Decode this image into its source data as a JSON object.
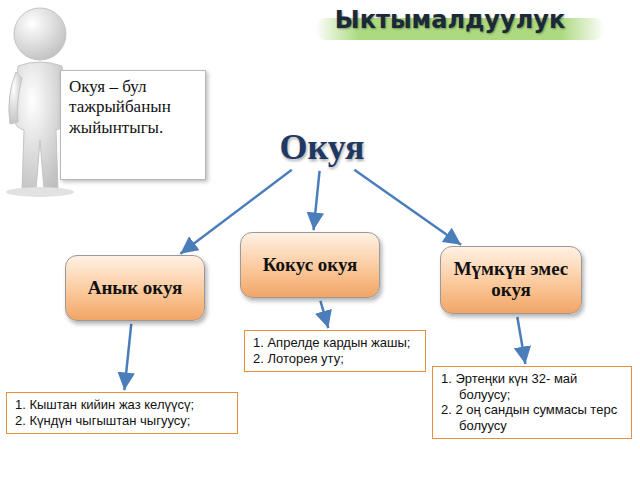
{
  "diagram": {
    "title": "Ыктымалдуулук",
    "nodes": [
      {
        "text": [
          "Окуя – бул тажрыйбанын жыйынтыгы."
        ]
      },
      {
        "text": [
          "Окуя"
        ]
      },
      {
        "text": [
          "Анык окуя"
        ]
      },
      {
        "text": [
          "Кокус окуя"
        ]
      },
      {
        "text": [
          "Мүмкүн эмес окуя"
        ]
      },
      {
        "text": [
          "1. Кыштан кийин жаз келүүсү;",
          "2. Күндүн чыгыштан чыгуусу;"
        ]
      },
      {
        "text": [
          "1. Апрелде кардын жашы;",
          "2. Лоторея уту;"
        ]
      },
      {
        "text": [
          "1. Эртеңки күн 32- май болуусу;",
          "2. 2 оң сандын суммасы терс болуусу"
        ]
      }
    ],
    "edges": [
      {
        "from": 1,
        "to": 2,
        "arrow": "to"
      },
      {
        "from": 1,
        "to": 3,
        "arrow": "to"
      },
      {
        "from": 1,
        "to": 4,
        "arrow": "to"
      },
      {
        "from": 2,
        "to": 5,
        "arrow": "to"
      },
      {
        "from": 3,
        "to": 6,
        "arrow": "to"
      },
      {
        "from": 4,
        "to": 7,
        "arrow": "to"
      }
    ]
  }
}
